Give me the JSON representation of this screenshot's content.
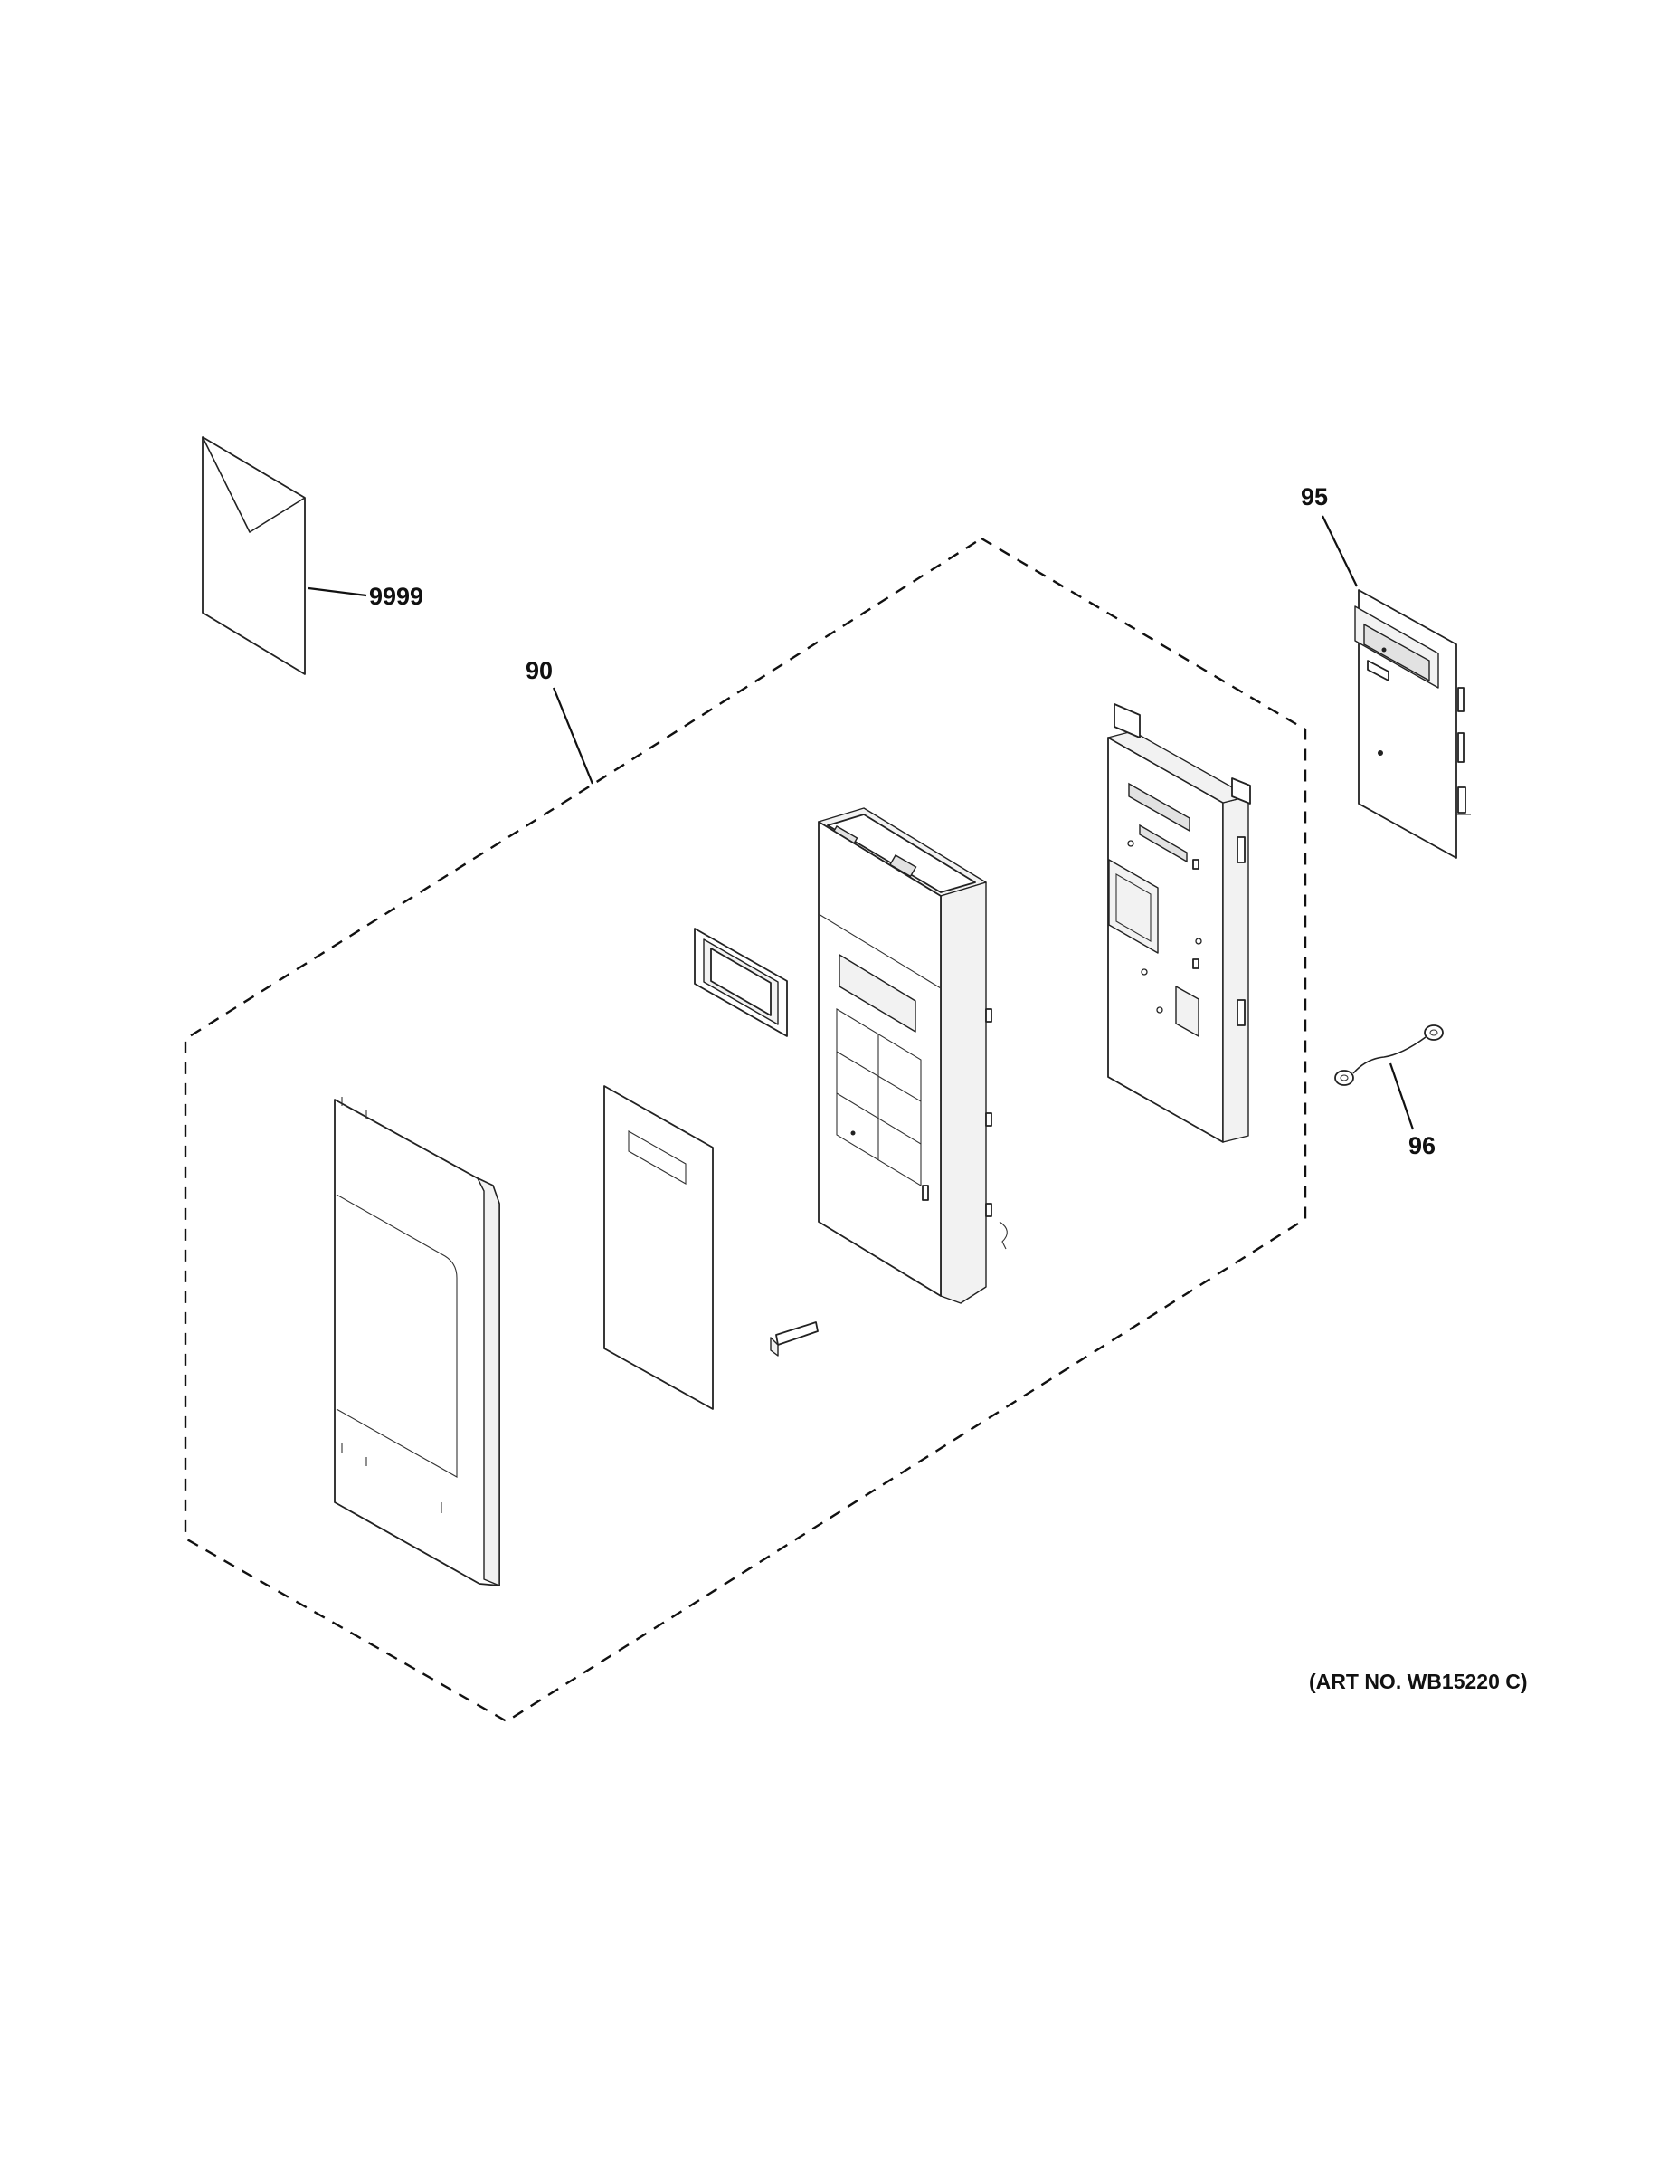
{
  "diagram": {
    "callouts": [
      {
        "id": "9999",
        "text": "9999",
        "part": "literature-envelope"
      },
      {
        "id": "90",
        "text": "90",
        "part": "control-panel-assembly"
      },
      {
        "id": "95",
        "text": "95",
        "part": "control-board"
      },
      {
        "id": "96",
        "text": "96",
        "part": "ground-wire"
      }
    ],
    "art_number": "(ART NO. WB15220 C)"
  }
}
